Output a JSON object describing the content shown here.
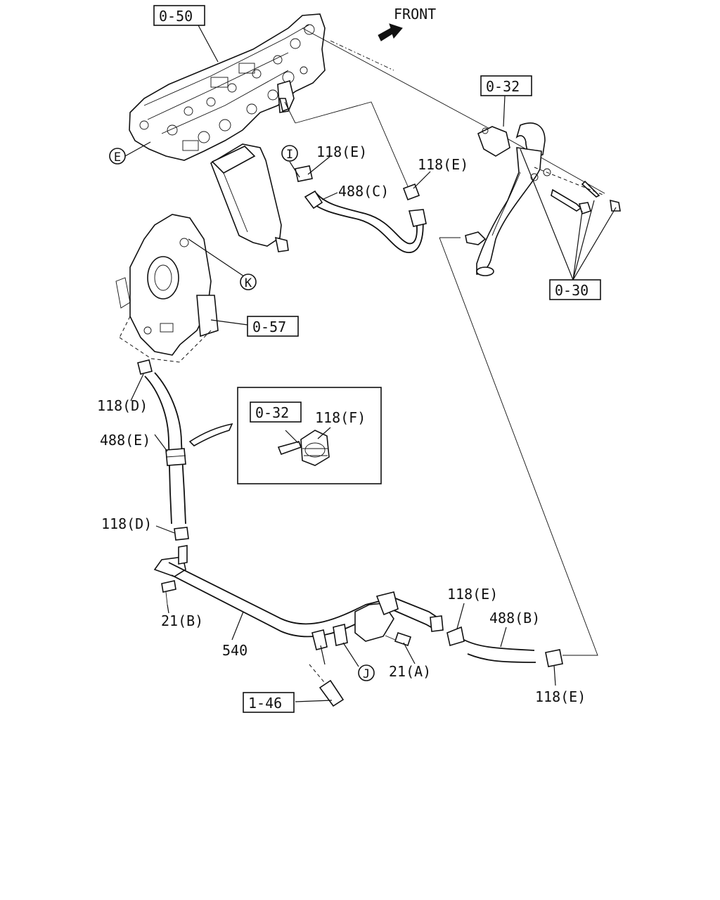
{
  "diagram": {
    "front_label": "FRONT",
    "ref_boxes": {
      "r_0_50": "0-50",
      "r_0_32_top": "0-32",
      "r_0_30": "0-30",
      "r_0_57": "0-57",
      "r_0_32_inset": "0-32",
      "r_1_46": "1-46"
    },
    "callouts": {
      "c_E": "E",
      "c_I": "I",
      "c_K": "K",
      "c_J": "J"
    },
    "part_labels": {
      "p_118E_a": "118(E)",
      "p_118E_b": "118(E)",
      "p_488C": "488(C)",
      "p_118D_a": "118(D)",
      "p_488E": "488(E)",
      "p_118F": "118(F)",
      "p_118D_b": "118(D)",
      "p_118E_c": "118(E)",
      "p_488B": "488(B)",
      "p_21B": "21(B)",
      "p_540": "540",
      "p_21A": "21(A)",
      "p_118E_d": "118(E)"
    }
  }
}
